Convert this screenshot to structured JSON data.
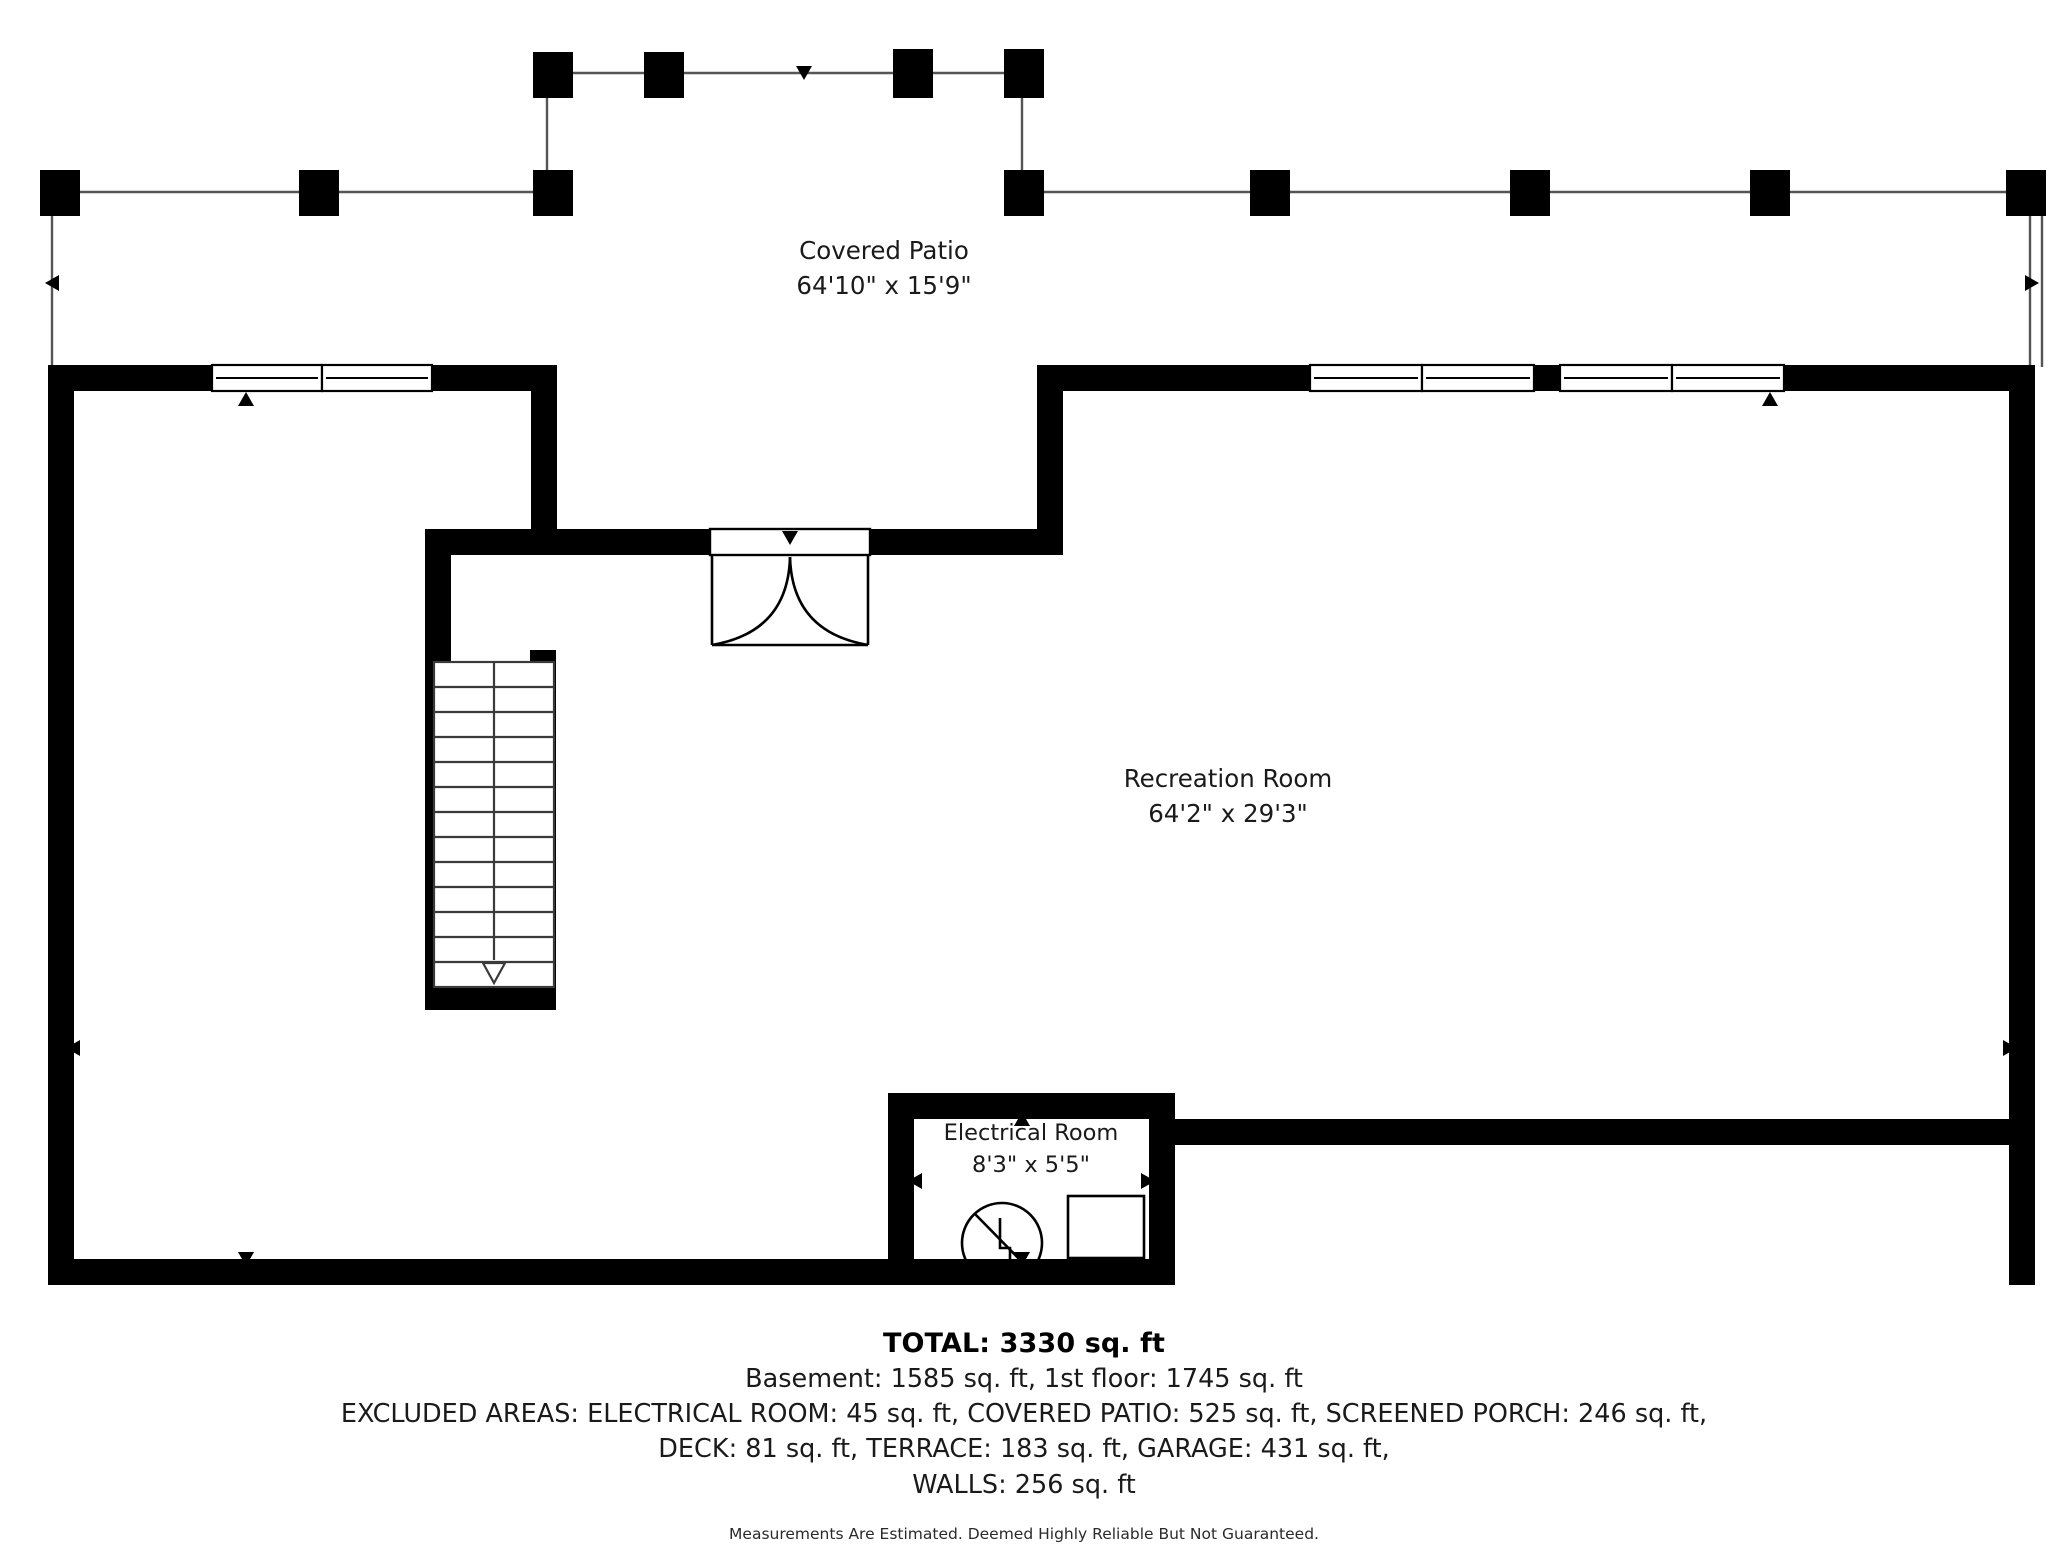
{
  "document": {
    "type": "floor-plan",
    "level": "Basement"
  },
  "rooms": [
    {
      "id": "covered-patio",
      "name": "Covered Patio",
      "dimensions": "64'10\" x 15'9\""
    },
    {
      "id": "recreation-room",
      "name": "Recreation Room",
      "dimensions": "64'2\" x 29'3\""
    },
    {
      "id": "electrical-room",
      "name": "Electrical Room",
      "dimensions": "8'3\" x 5'5\""
    }
  ],
  "summary": {
    "total": "TOTAL: 3330 sq. ft",
    "floors": "Basement: 1585 sq. ft, 1st floor: 1745 sq. ft",
    "excluded_line1": "EXCLUDED AREAS: ELECTRICAL ROOM: 45 sq. ft, COVERED PATIO: 525 sq. ft, SCREENED PORCH: 246 sq. ft,",
    "excluded_line2": "DECK: 81 sq. ft, TERRACE: 183 sq. ft, GARAGE: 431 sq. ft,",
    "excluded_line3": "WALLS: 256 sq. ft",
    "disclaimer": "Measurements Are Estimated. Deemed Highly Reliable But Not Guaranteed."
  },
  "legend": {
    "total_sqft": "3330",
    "basement_sqft": "1585",
    "first_floor_sqft": "1745",
    "electrical_room_sqft": "45",
    "covered_patio_sqft": "525",
    "screened_porch_sqft": "246",
    "deck_sqft": "81",
    "terrace_sqft": "183",
    "garage_sqft": "431",
    "walls_sqft": "256"
  },
  "features": {
    "staircase": {
      "name": "staircase-down",
      "steps": 13,
      "direction": "down"
    },
    "double_door": {
      "name": "interior-double-door",
      "leaves": 2
    },
    "electrical_panel": {
      "name": "electrical-panel"
    },
    "electrical_meter": {
      "name": "electrical-meter-symbol"
    },
    "patio_columns": 12,
    "windows_top_left": 1,
    "windows_top_right": 2
  },
  "colors": {
    "wall": "#000000",
    "background": "#ffffff",
    "text": "#1a1a1a",
    "thin_line": "#555555"
  }
}
